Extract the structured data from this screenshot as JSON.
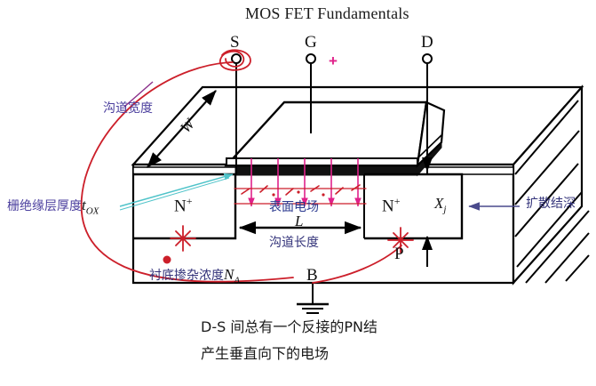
{
  "title": "MOS FET Fundamentals",
  "terminals": {
    "source": "S",
    "gate": "G",
    "drain": "D",
    "body": "B",
    "gate_polarity": "+"
  },
  "regions": {
    "source_region": "N",
    "source_region_sup": "+",
    "drain_region": "N",
    "drain_region_sup": "+",
    "p_substrate": "P"
  },
  "dimensions": {
    "channel_width_symbol": "W",
    "channel_length_symbol": "L",
    "junction_depth_symbol": "X",
    "junction_depth_sub": "j",
    "oxide_thickness_symbol": "t",
    "oxide_thickness_sub": "OX",
    "doping_symbol": "N",
    "doping_sub": "A"
  },
  "annotations": {
    "channel_width": "沟道宽度",
    "gate_oxide_thickness": "栅绝缘层厚度",
    "surface_field": "表面电场",
    "channel_length": "沟道长度",
    "junction_depth": "扩散结深",
    "substrate_doping": "衬底掺杂浓度"
  },
  "caption": {
    "line1": "D-S 间总有一个反接的PN结",
    "line2": "产生垂直向下的电场"
  },
  "colors": {
    "red_ink": "#cc1f2a",
    "magenta": "#e0218a",
    "purple_text": "#4b3f9e",
    "blue_text": "#2b3a8f",
    "cyan_leader": "#4fc3c9",
    "navy_leader": "#4a4a8c",
    "body_black": "#000000",
    "gate_dark": "#111111"
  },
  "icons": {
    "source_node": "terminal-circle",
    "ground": "ground-symbol",
    "arrow": "arrow-head"
  }
}
